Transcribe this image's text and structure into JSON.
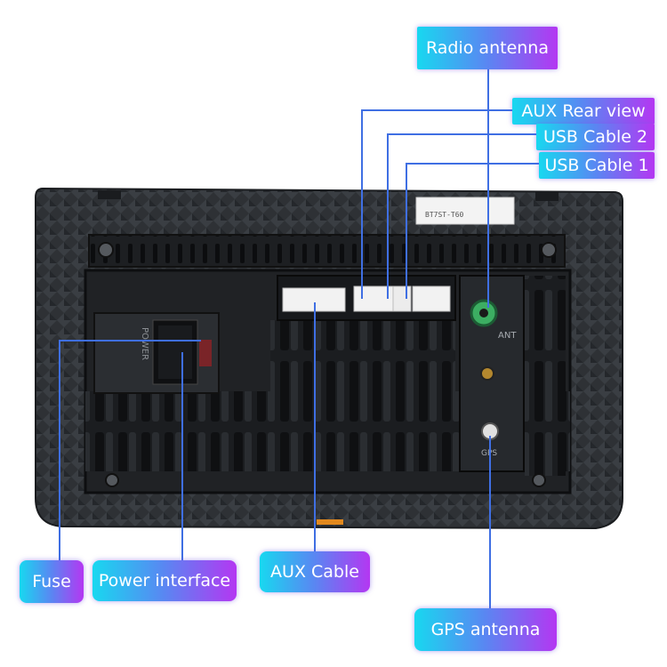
{
  "labels": {
    "radio_antenna": "Radio antenna",
    "aux_rear_view": "AUX Rear view",
    "usb_cable_2": "USB Cable 2",
    "usb_cable_1": "USB Cable 1",
    "fuse": "Fuse",
    "power_interface": "Power interface",
    "aux_cable": "AUX Cable",
    "gps_antenna": "GPS antenna"
  },
  "device": {
    "sticker_model": "BT7ST-T60",
    "ant_marking": "ANT",
    "power_marking": "POWER",
    "gps_marking": "GPS"
  },
  "colors": {
    "callout_gradient_start": "#18d8f0",
    "callout_gradient_mid": "#5a86f2",
    "callout_gradient_end": "#b437f2",
    "leader_line": "#3f6fe3",
    "chassis": "#2c2f33",
    "antenna_jack": "#3cae62"
  }
}
